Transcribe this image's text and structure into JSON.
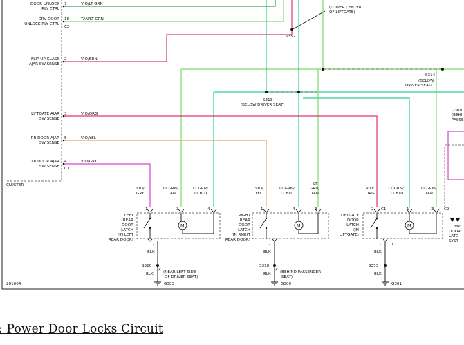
{
  "caption": ": Power Door Locks Circuit",
  "colors": {
    "violet_lt_grn": "#2ea44f",
    "tan_lt_grn": "#86d66a",
    "violet_brown": "#e0337e",
    "violet_orange": "#e0337e",
    "violet_yellow": "#e8a06a",
    "violet_gray": "#d947c8",
    "lt_grn_tan": "#7fd86a",
    "lt_grn_lt_blu": "#2fd08a",
    "black_wire": "#222222"
  },
  "cluster": {
    "label": "CLUSTER",
    "pins": [
      {
        "circuit_label": "DOOR UNLOCK\nRLY CTRL",
        "pin": "7",
        "wire": "VIO/LT GRN"
      },
      {
        "circuit_label": "DRV DOOR\nUNLOCK RLY CTRL",
        "pin": "18",
        "connector": "C2",
        "wire": "TAN/LT GRN"
      },
      {
        "circuit_label": "FLIP-UP GLASS\nAJAR SW SENSE",
        "pin": "2",
        "wire": "VIO/BRN"
      },
      {
        "circuit_label": "LIFTGATE AJAR\nSW SENSE",
        "pin": "3",
        "wire": "VIO/ORG"
      },
      {
        "circuit_label": "RR DOOR AJAR\nSW SENSE",
        "pin": "5",
        "wire": "VIO/YEL"
      },
      {
        "circuit_label": "LR DOOR AJAR\nSW SENSE",
        "pin": "4",
        "connector": "C3",
        "wire": "VIO/GRY"
      }
    ]
  },
  "splices": {
    "s352": "S352",
    "s313": "S313",
    "s313_loc": "(BELOW DRIVER SEAT)",
    "s314": "S314",
    "s314_loc": "(BELOW\nDRIVER SEAT)",
    "lower_center": "(LOWER CENTER\nOF LIFTGATE)"
  },
  "latches": [
    {
      "name": "LEFT\nREAR\nDOOR\nLATCH\n(IN LEFT\nREAR DOOR)",
      "wires": [
        "VIO/\nGRY",
        "LT GRN/\nTAN",
        "LT GRN/\nLT BLU"
      ],
      "pins": [
        "1",
        "3",
        "4"
      ],
      "ground_pin": "2",
      "ground_wire": "BLK",
      "splice": "S320",
      "splice_wire": "BLK",
      "ground_loc": "(NEAR LEFT SIDE\nOF DRIVER SEAT)",
      "ground": "G303",
      "connector": ""
    },
    {
      "name": "RIGHT\nREAR\nDOOR\nLATCH\n(IN RIGHT\nREAR DOOR)",
      "wires": [
        "VIO/\nYEL",
        "LT GRN/\nLT BLU",
        "LT\nGRN/\nTAN"
      ],
      "pins": [
        "1",
        "4",
        "3"
      ],
      "ground_pin": "2",
      "ground_wire": "BLK",
      "splice": "S318",
      "splice_wire": "BLK",
      "ground_loc": "(BEHIND PASSENGER\nSEAT)",
      "ground": "G300",
      "connector": ""
    },
    {
      "name": "LIFTGATE\nDOOR\nLATCH\n(IN\nLIFTGATE)",
      "wires": [
        "VIO/\nORG",
        "LT GRN/\nLT BLU",
        "LT GRN/\nTAN"
      ],
      "pins": [
        "2",
        "1",
        "3"
      ],
      "connectors": [
        "C1",
        "C2"
      ],
      "ground_pin": "1",
      "ground_conn": "C1",
      "ground_wire": "BLK",
      "splice": "S353",
      "splice_wire": "BLK",
      "ground": "G301"
    }
  ],
  "right_edge": {
    "g300_label": "G300\n(BEHI\nPASSE",
    "comp_label": "COMP\nDOOR\nLATC\nSYST"
  },
  "figure_id": "281604"
}
